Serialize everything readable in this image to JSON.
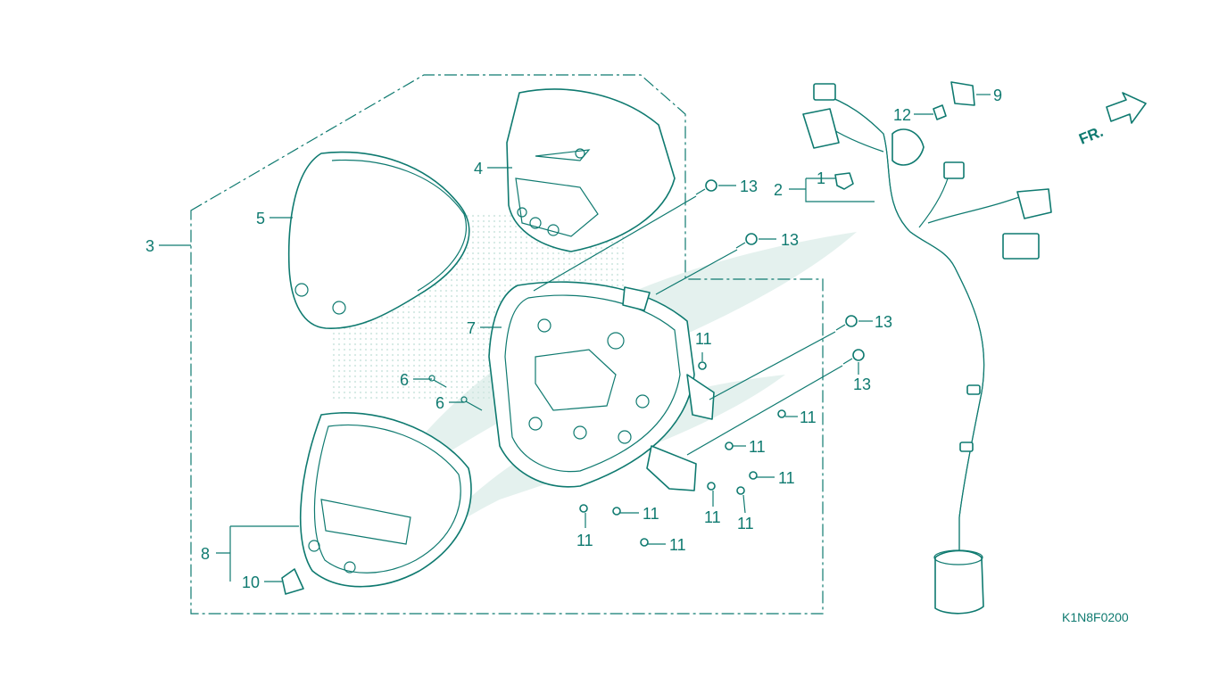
{
  "diagram": {
    "callouts": [
      "1",
      "2",
      "3",
      "4",
      "5",
      "6",
      "6",
      "7",
      "8",
      "9",
      "10",
      "11",
      "11",
      "11",
      "11",
      "11",
      "11",
      "11",
      "11",
      "11",
      "12",
      "13",
      "13",
      "13",
      "13"
    ],
    "orientation_label": "FR.",
    "drawing_code": "K1N8F0200",
    "colors": {
      "line": "#0f7a70",
      "watermark": "#e4f1ee",
      "background": "#ffffff"
    }
  }
}
